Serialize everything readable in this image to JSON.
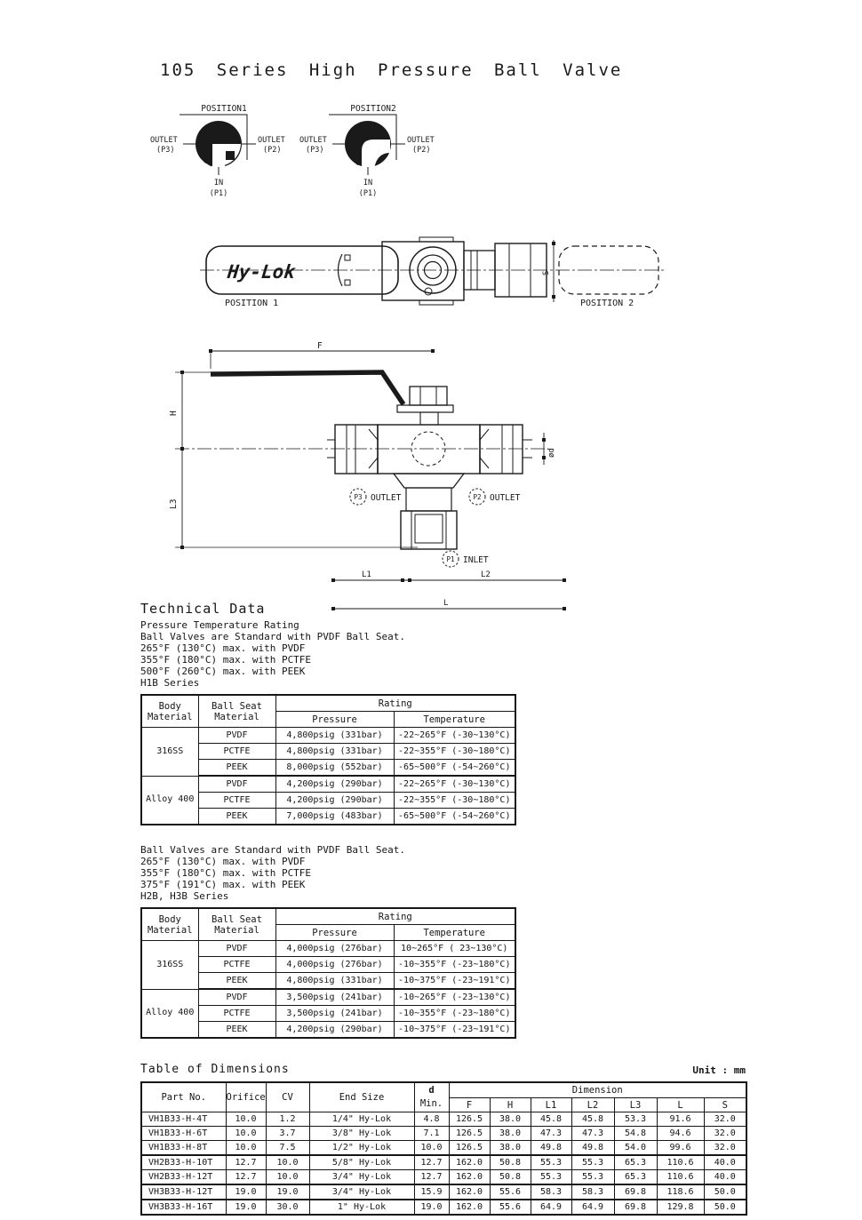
{
  "title": "105 Series High Pressure Ball Valve",
  "positions": {
    "p1": {
      "title": "POSITION1",
      "left_label": "OUTLET",
      "left_port": "(P3)",
      "right_label": "OUTLET",
      "right_port": "(P2)",
      "bottom_label": "IN",
      "bottom_port": "(P1)"
    },
    "p2": {
      "title": "POSITION2",
      "left_label": "OUTLET",
      "left_port": "(P3)",
      "right_label": "OUTLET",
      "right_port": "(P2)",
      "bottom_label": "IN",
      "bottom_port": "(P1)"
    }
  },
  "top_view": {
    "logo": "Hy-Lok",
    "position1": "POSITION 1",
    "position2": "POSITION 2",
    "dim_s": "S"
  },
  "side_view": {
    "dim_f": "F",
    "dim_h": "H",
    "dim_l3": "L3",
    "dim_d": "ød",
    "dim_l1": "L1",
    "dim_l2": "L2",
    "dim_l": "L",
    "p3_tag": "P3",
    "p3_label": "OUTLET",
    "p2_tag": "P2",
    "p2_label": "OUTLET",
    "p1_tag": "P1",
    "p1_label": "INLET"
  },
  "technical": {
    "heading": "Technical Data",
    "block1_lines": [
      "Pressure Temperature Rating",
      "Ball Valves are Standard with PVDF Ball Seat.",
      "265°F (130°C) max. with PVDF",
      "355°F (180°C) max. with PCTFE",
      "500°F (260°C) max. with PEEK",
      "H1B Series"
    ],
    "block2_lines": [
      "Ball Valves are Standard with PVDF Ball Seat.",
      "265°F (130°C) max. with PVDF",
      "355°F (180°C) max. with PCTFE",
      "375°F (191°C) max. with PEEK",
      "H2B, H3B Series"
    ],
    "headers": {
      "body1": "Body",
      "body2": "Material",
      "seat1": "Ball Seat",
      "seat2": "Material",
      "rating": "Rating",
      "pressure": "Pressure",
      "temperature": "Temperature"
    },
    "table1": {
      "body_a": "316SS",
      "body_b": "Alloy 400",
      "rows": [
        {
          "seat": "PVDF",
          "pressure": "4,800psig (331bar)",
          "temperature": "-22~265°F (-30~130°C)"
        },
        {
          "seat": "PCTFE",
          "pressure": "4,800psig (331bar)",
          "temperature": "-22~355°F (-30~180°C)"
        },
        {
          "seat": "PEEK",
          "pressure": "8,000psig (552bar)",
          "temperature": "-65~500°F (-54~260°C)"
        },
        {
          "seat": "PVDF",
          "pressure": "4,200psig (290bar)",
          "temperature": "-22~265°F (-30~130°C)"
        },
        {
          "seat": "PCTFE",
          "pressure": "4,200psig (290bar)",
          "temperature": "-22~355°F (-30~180°C)"
        },
        {
          "seat": "PEEK",
          "pressure": "7,000psig (483bar)",
          "temperature": "-65~500°F (-54~260°C)"
        }
      ]
    },
    "table2": {
      "body_a": "316SS",
      "body_b": "Alloy 400",
      "rows": [
        {
          "seat": "PVDF",
          "pressure": "4,000psig (276bar)",
          "temperature": "10~265°F ( 23~130°C)"
        },
        {
          "seat": "PCTFE",
          "pressure": "4,000psig (276bar)",
          "temperature": "-10~355°F (-23~180°C)"
        },
        {
          "seat": "PEEK",
          "pressure": "4,800psig (331bar)",
          "temperature": "-10~375°F (-23~191°C)"
        },
        {
          "seat": "PVDF",
          "pressure": "3,500psig (241bar)",
          "temperature": "-10~265°F (-23~130°C)"
        },
        {
          "seat": "PCTFE",
          "pressure": "3,500psig (241bar)",
          "temperature": "-10~355°F (-23~180°C)"
        },
        {
          "seat": "PEEK",
          "pressure": "4,200psig (290bar)",
          "temperature": "-10~375°F (-23~191°C)"
        }
      ]
    }
  },
  "dimensions": {
    "heading": "Table of Dimensions",
    "unit": "Unit : mm",
    "headers": {
      "part": "Part No.",
      "orifice": "Orifice",
      "cv": "CV",
      "end_size": "End Size",
      "d": "d",
      "min": "Min.",
      "dimension": "Dimension",
      "f": "F",
      "h": "H",
      "l1": "L1",
      "l2": "L2",
      "l3": "L3",
      "l": "L",
      "s": "S"
    },
    "rows": [
      {
        "part": "VH1B33-H-4T",
        "orifice": "10.0",
        "cv": "1.2",
        "end": "1/4\" Hy-Lok",
        "d": "4.8",
        "f": "126.5",
        "h": "38.0",
        "l1": "45.8",
        "l2": "45.8",
        "l3": "53.3",
        "l": "91.6",
        "s": "32.0"
      },
      {
        "part": "VH1B33-H-6T",
        "orifice": "10.0",
        "cv": "3.7",
        "end": "3/8\" Hy-Lok",
        "d": "7.1",
        "f": "126.5",
        "h": "38.0",
        "l1": "47.3",
        "l2": "47.3",
        "l3": "54.8",
        "l": "94.6",
        "s": "32.0"
      },
      {
        "part": "VH1B33-H-8T",
        "orifice": "10.0",
        "cv": "7.5",
        "end": "1/2\" Hy-Lok",
        "d": "10.0",
        "f": "126.5",
        "h": "38.0",
        "l1": "49.8",
        "l2": "49.8",
        "l3": "54.0",
        "l": "99.6",
        "s": "32.0"
      },
      {
        "part": "VH2B33-H-10T",
        "orifice": "12.7",
        "cv": "10.0",
        "end": "5/8\" Hy-Lok",
        "d": "12.7",
        "f": "162.0",
        "h": "50.8",
        "l1": "55.3",
        "l2": "55.3",
        "l3": "65.3",
        "l": "110.6",
        "s": "40.0"
      },
      {
        "part": "VH2B33-H-12T",
        "orifice": "12.7",
        "cv": "10.0",
        "end": "3/4\" Hy-Lok",
        "d": "12.7",
        "f": "162.0",
        "h": "50.8",
        "l1": "55.3",
        "l2": "55.3",
        "l3": "65.3",
        "l": "110.6",
        "s": "40.0"
      },
      {
        "part": "VH3B33-H-12T",
        "orifice": "19.0",
        "cv": "19.0",
        "end": "3/4\" Hy-Lok",
        "d": "15.9",
        "f": "162.0",
        "h": "55.6",
        "l1": "58.3",
        "l2": "58.3",
        "l3": "69.8",
        "l": "118.6",
        "s": "50.0"
      },
      {
        "part": "VH3B33-H-16T",
        "orifice": "19.0",
        "cv": "30.0",
        "end": "1\" Hy-Lok",
        "d": "19.0",
        "f": "162.0",
        "h": "55.6",
        "l1": "64.9",
        "l2": "64.9",
        "l3": "69.8",
        "l": "129.8",
        "s": "50.0"
      }
    ]
  }
}
